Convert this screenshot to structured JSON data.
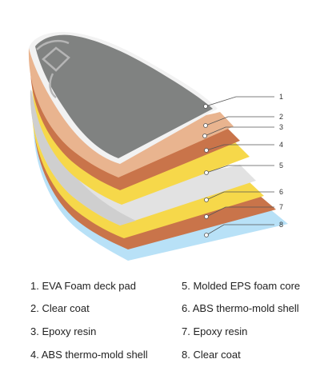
{
  "callouts": [
    {
      "number": "1",
      "label": "1. EVA Foam deck pad"
    },
    {
      "number": "2",
      "label": "2. Clear coat"
    },
    {
      "number": "3",
      "label": "3. Epoxy resin"
    },
    {
      "number": "4",
      "label": "4. ABS thermo-mold shell"
    },
    {
      "number": "5",
      "label": "5. Molded EPS foam core"
    },
    {
      "number": "6",
      "label": "6. ABS thermo-mold shell"
    },
    {
      "number": "7",
      "label": "7. Epoxy resin"
    },
    {
      "number": "8",
      "label": "8. Clear coat"
    }
  ],
  "colors": {
    "deck_pad": "#808281",
    "clear_coat": "#eeeeee",
    "epoxy_resin": "#c9744a",
    "abs_shell": "#f6d84a",
    "eps_core": "#e2e2e2",
    "bottom_clear_coat": "#b8e1f7",
    "leader_line": "#555555"
  }
}
